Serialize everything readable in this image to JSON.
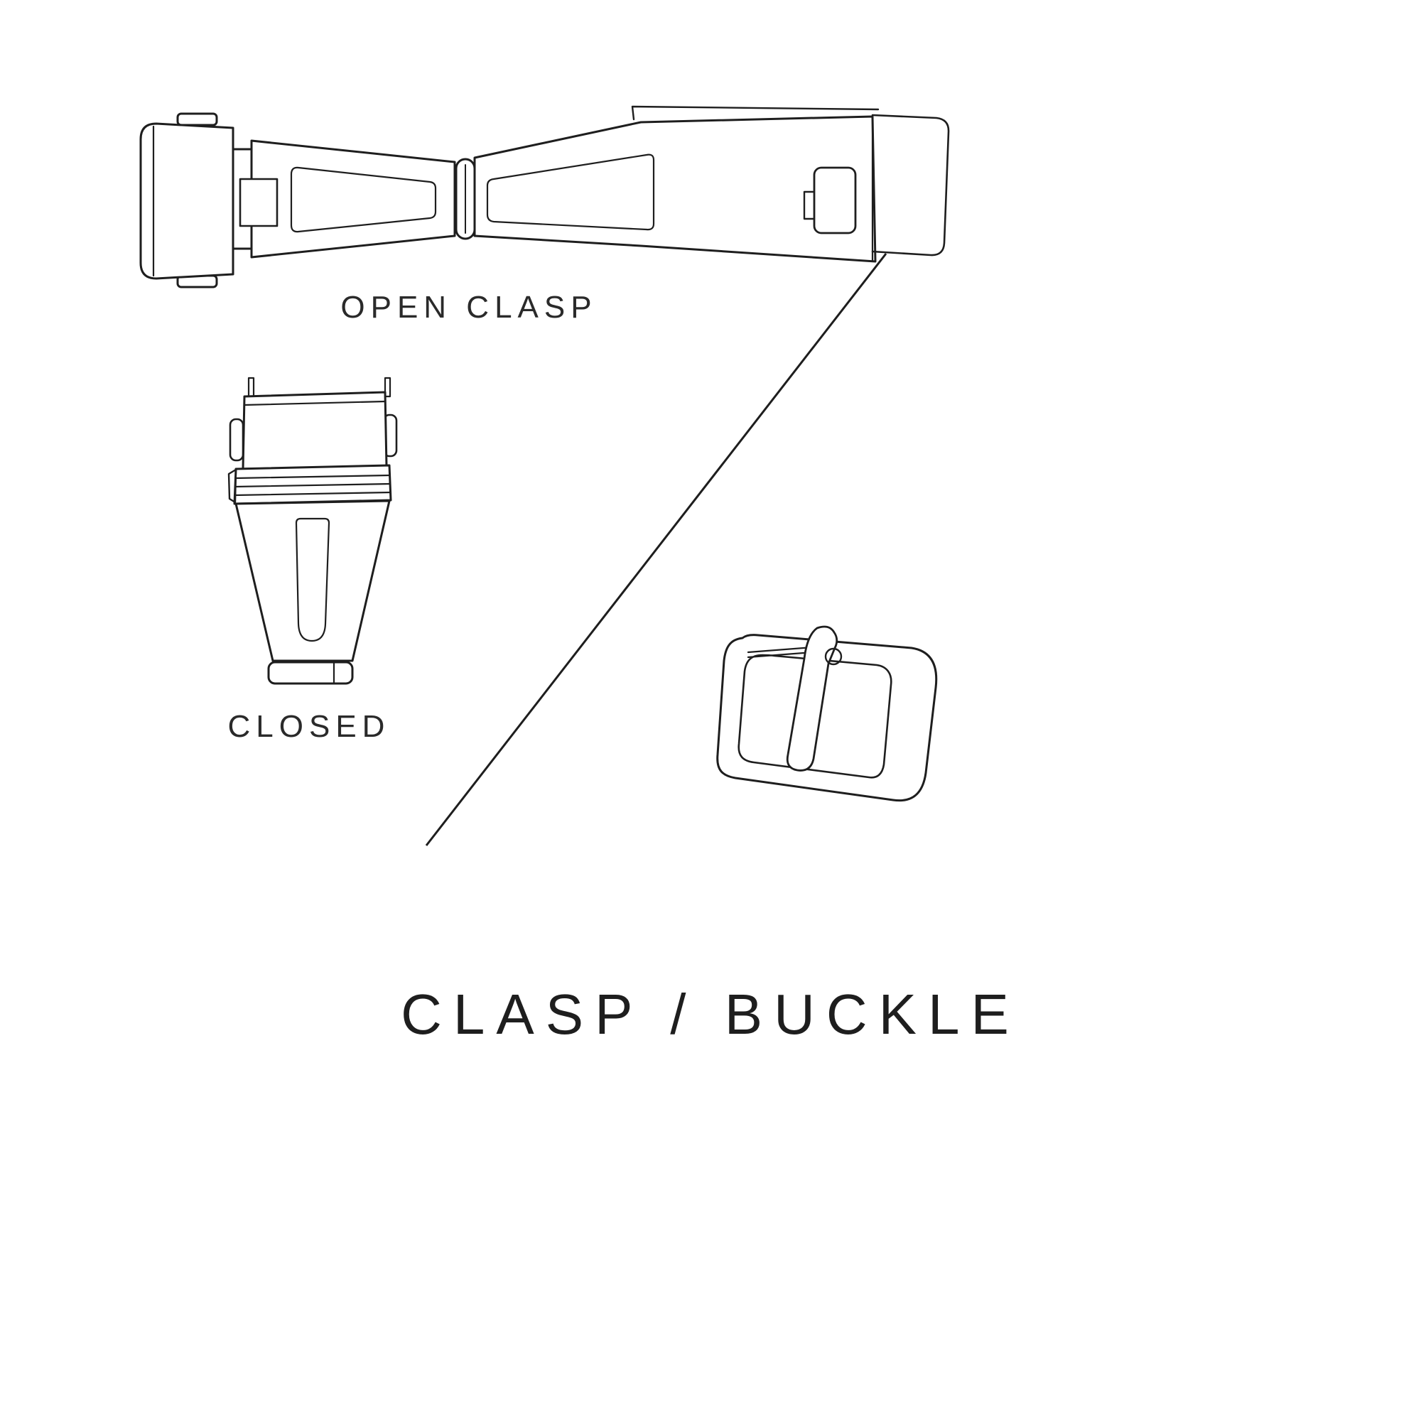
{
  "page": {
    "title": "CLASP / BUCKLE",
    "background_color": "#ffffff",
    "line_color": "#1e1e1e"
  },
  "labels": {
    "open_clasp": "OPEN CLASP",
    "closed": "CLOSED"
  },
  "illustrations": [
    {
      "name": "open-clasp-illustration",
      "caption": "OPEN CLASP"
    },
    {
      "name": "closed-clasp-illustration",
      "caption": "CLOSED"
    },
    {
      "name": "buckle-illustration",
      "caption": ""
    },
    {
      "name": "diagonal-divider-line",
      "caption": ""
    }
  ]
}
